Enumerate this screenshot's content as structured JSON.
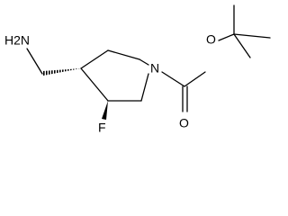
{
  "molecule": {
    "atoms": {
      "amine": "H2N",
      "ring_nitrogen": "N",
      "carbonyl_oxygen": "O",
      "ester_oxygen": "O",
      "fluorine": "F"
    },
    "colors": {
      "bond": "#000000",
      "label": "#000000",
      "background": "#ffffff"
    }
  }
}
